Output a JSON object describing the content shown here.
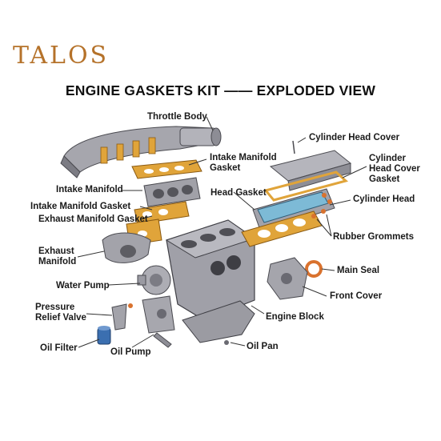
{
  "brand": {
    "name": "TALOS",
    "color": "#b5722a"
  },
  "title": "ENGINE GASKETS KIT —— EXPLODED VIEW",
  "colors": {
    "gasket": "#e0a43a",
    "metal": "#9a9aa2",
    "seal": "#d9722e",
    "leader": "#333333"
  },
  "labels": {
    "throttle_body": "Throttle Body",
    "intake_manifold_gasket": "Intake Manifold\nGasket",
    "intake_manifold": "Intake Manifold",
    "intake_manifold_gasket_2": "Intake Manifold Gasket",
    "exhaust_manifold_gasket": "Exhaust Manifold Gasket",
    "exhaust_manifold": "Exhaust\nManifold",
    "water_pump": "Water Pump",
    "pressure_relief_valve": "Pressure\nRelief Valve",
    "oil_filter": "Oil Filter",
    "oil_pump": "Oil Pump",
    "cylinder_head_cover": "Cylinder Head Cover",
    "cylinder_head_cover_gasket": "Cylinder\nHead Cover\nGasket",
    "head_gasket": "Head Gasket",
    "cylinder_head": "Cylinder Head",
    "rubber_grommets": "Rubber Grommets",
    "main_seal": "Main Seal",
    "front_cover": "Front Cover",
    "engine_block": "Engine Block",
    "oil_pan": "Oil Pan"
  }
}
